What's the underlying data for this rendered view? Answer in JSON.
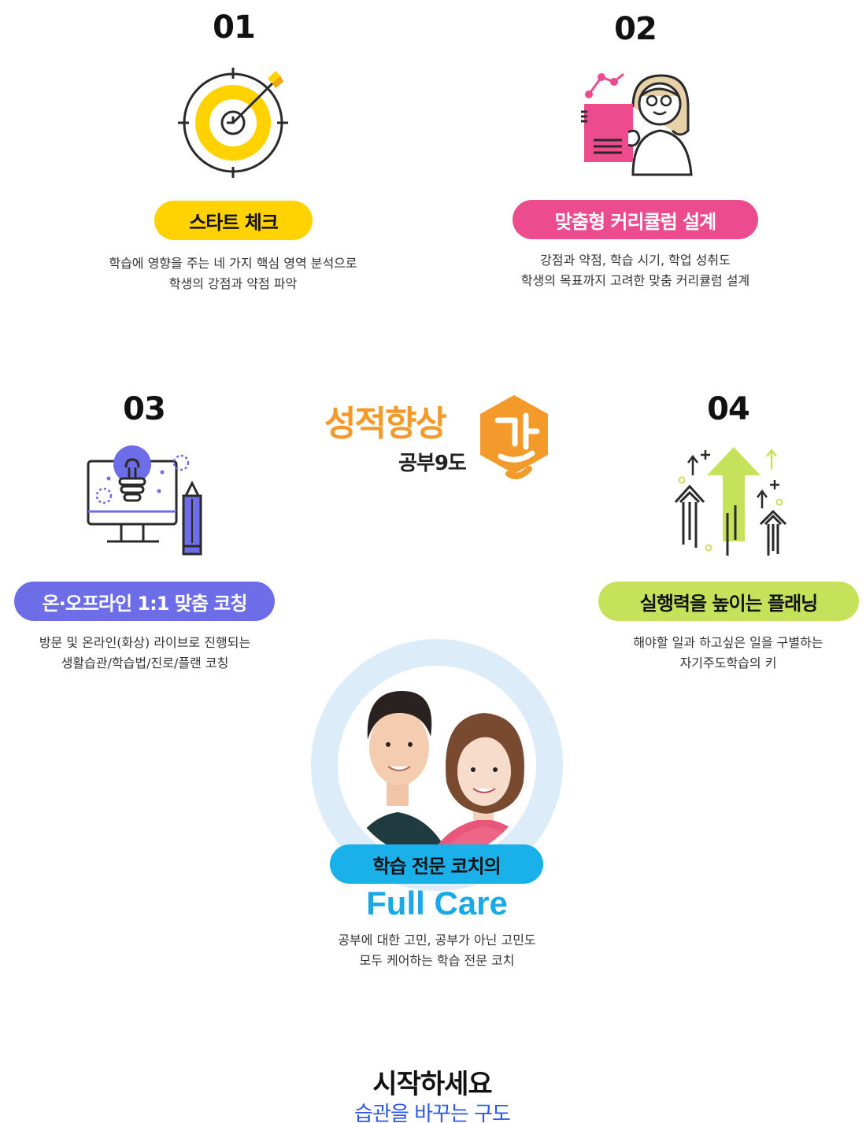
{
  "steps": [
    {
      "number": "01",
      "title": "스타트 체크",
      "desc_line1": "학습에 영향을 주는 네 가지 핵심 영역 분석으로",
      "desc_line2": "학생의 강점과 약점 파악",
      "color": "#ffd200"
    },
    {
      "number": "02",
      "title": "맞춤형 커리큘럼 설계",
      "desc_line1": "강점과 약점, 학습 시기, 학업 성취도",
      "desc_line2": "학생의 목표까지 고려한 맞춤 커리큘럼 설계",
      "color": "#ec4c8e"
    },
    {
      "number": "03",
      "title": "온·오프라인 1:1 맞춤 코칭",
      "desc_line1": "방문 및 온라인(화상) 라이브로  진행되는",
      "desc_line2": "생활습관/학습법/진로/플랜 코칭",
      "color": "#6d6de8"
    },
    {
      "number": "04",
      "title": "실행력을 높이는 플래닝",
      "desc_line1": "해야할 일과 하고싶은 일을 구별하는",
      "desc_line2": "자기주도학습의 키",
      "color": "#c5e25a"
    }
  ],
  "logo": {
    "main": "성적향상",
    "sub": "공부9도",
    "color": "#f39a2a"
  },
  "coach": {
    "badge": "학습 전문 코치의",
    "headline": "Full Care",
    "desc_line1": "공부에 대한 고민, 공부가 아닌 고민도",
    "desc_line2": "모두 케어하는 학습 전문 코치",
    "badge_color": "#1ab0ea"
  },
  "footer": {
    "title": "시작하세요",
    "subtitle": "습관을 바꾸는 구도"
  },
  "icons": {
    "step1": "target-icon",
    "step2": "curriculum-teacher-icon",
    "step3": "lightbulb-monitor-icon",
    "step4": "growth-arrows-icon"
  }
}
